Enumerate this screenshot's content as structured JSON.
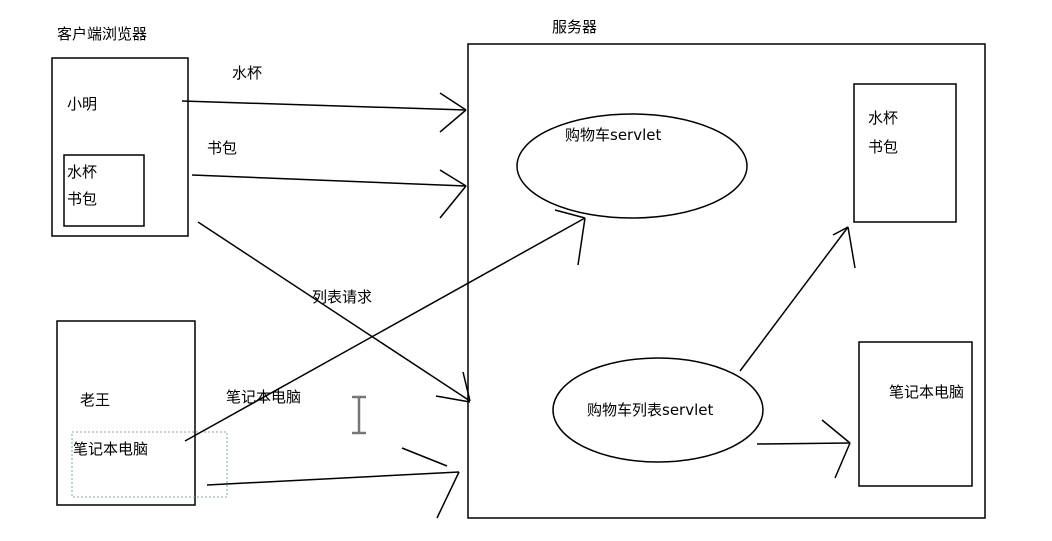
{
  "client": {
    "title": "客户端浏览器",
    "xiaoming": {
      "name": "小明",
      "cart_items": [
        "水杯",
        "书包"
      ]
    },
    "laowang": {
      "name": "老王",
      "cart_item": "笔记本电脑"
    }
  },
  "arrows": {
    "cup": "水杯",
    "bag": "书包",
    "list_request": "列表请求",
    "laptop": "笔记本电脑"
  },
  "server": {
    "title": "服务器",
    "cart_servlet": "购物车servlet",
    "cart_list_servlet": "购物车列表servlet",
    "result1_items": [
      "水杯",
      "书包"
    ],
    "result2_item": "笔记本电脑"
  },
  "cursor_icon": "text-cursor-icon"
}
